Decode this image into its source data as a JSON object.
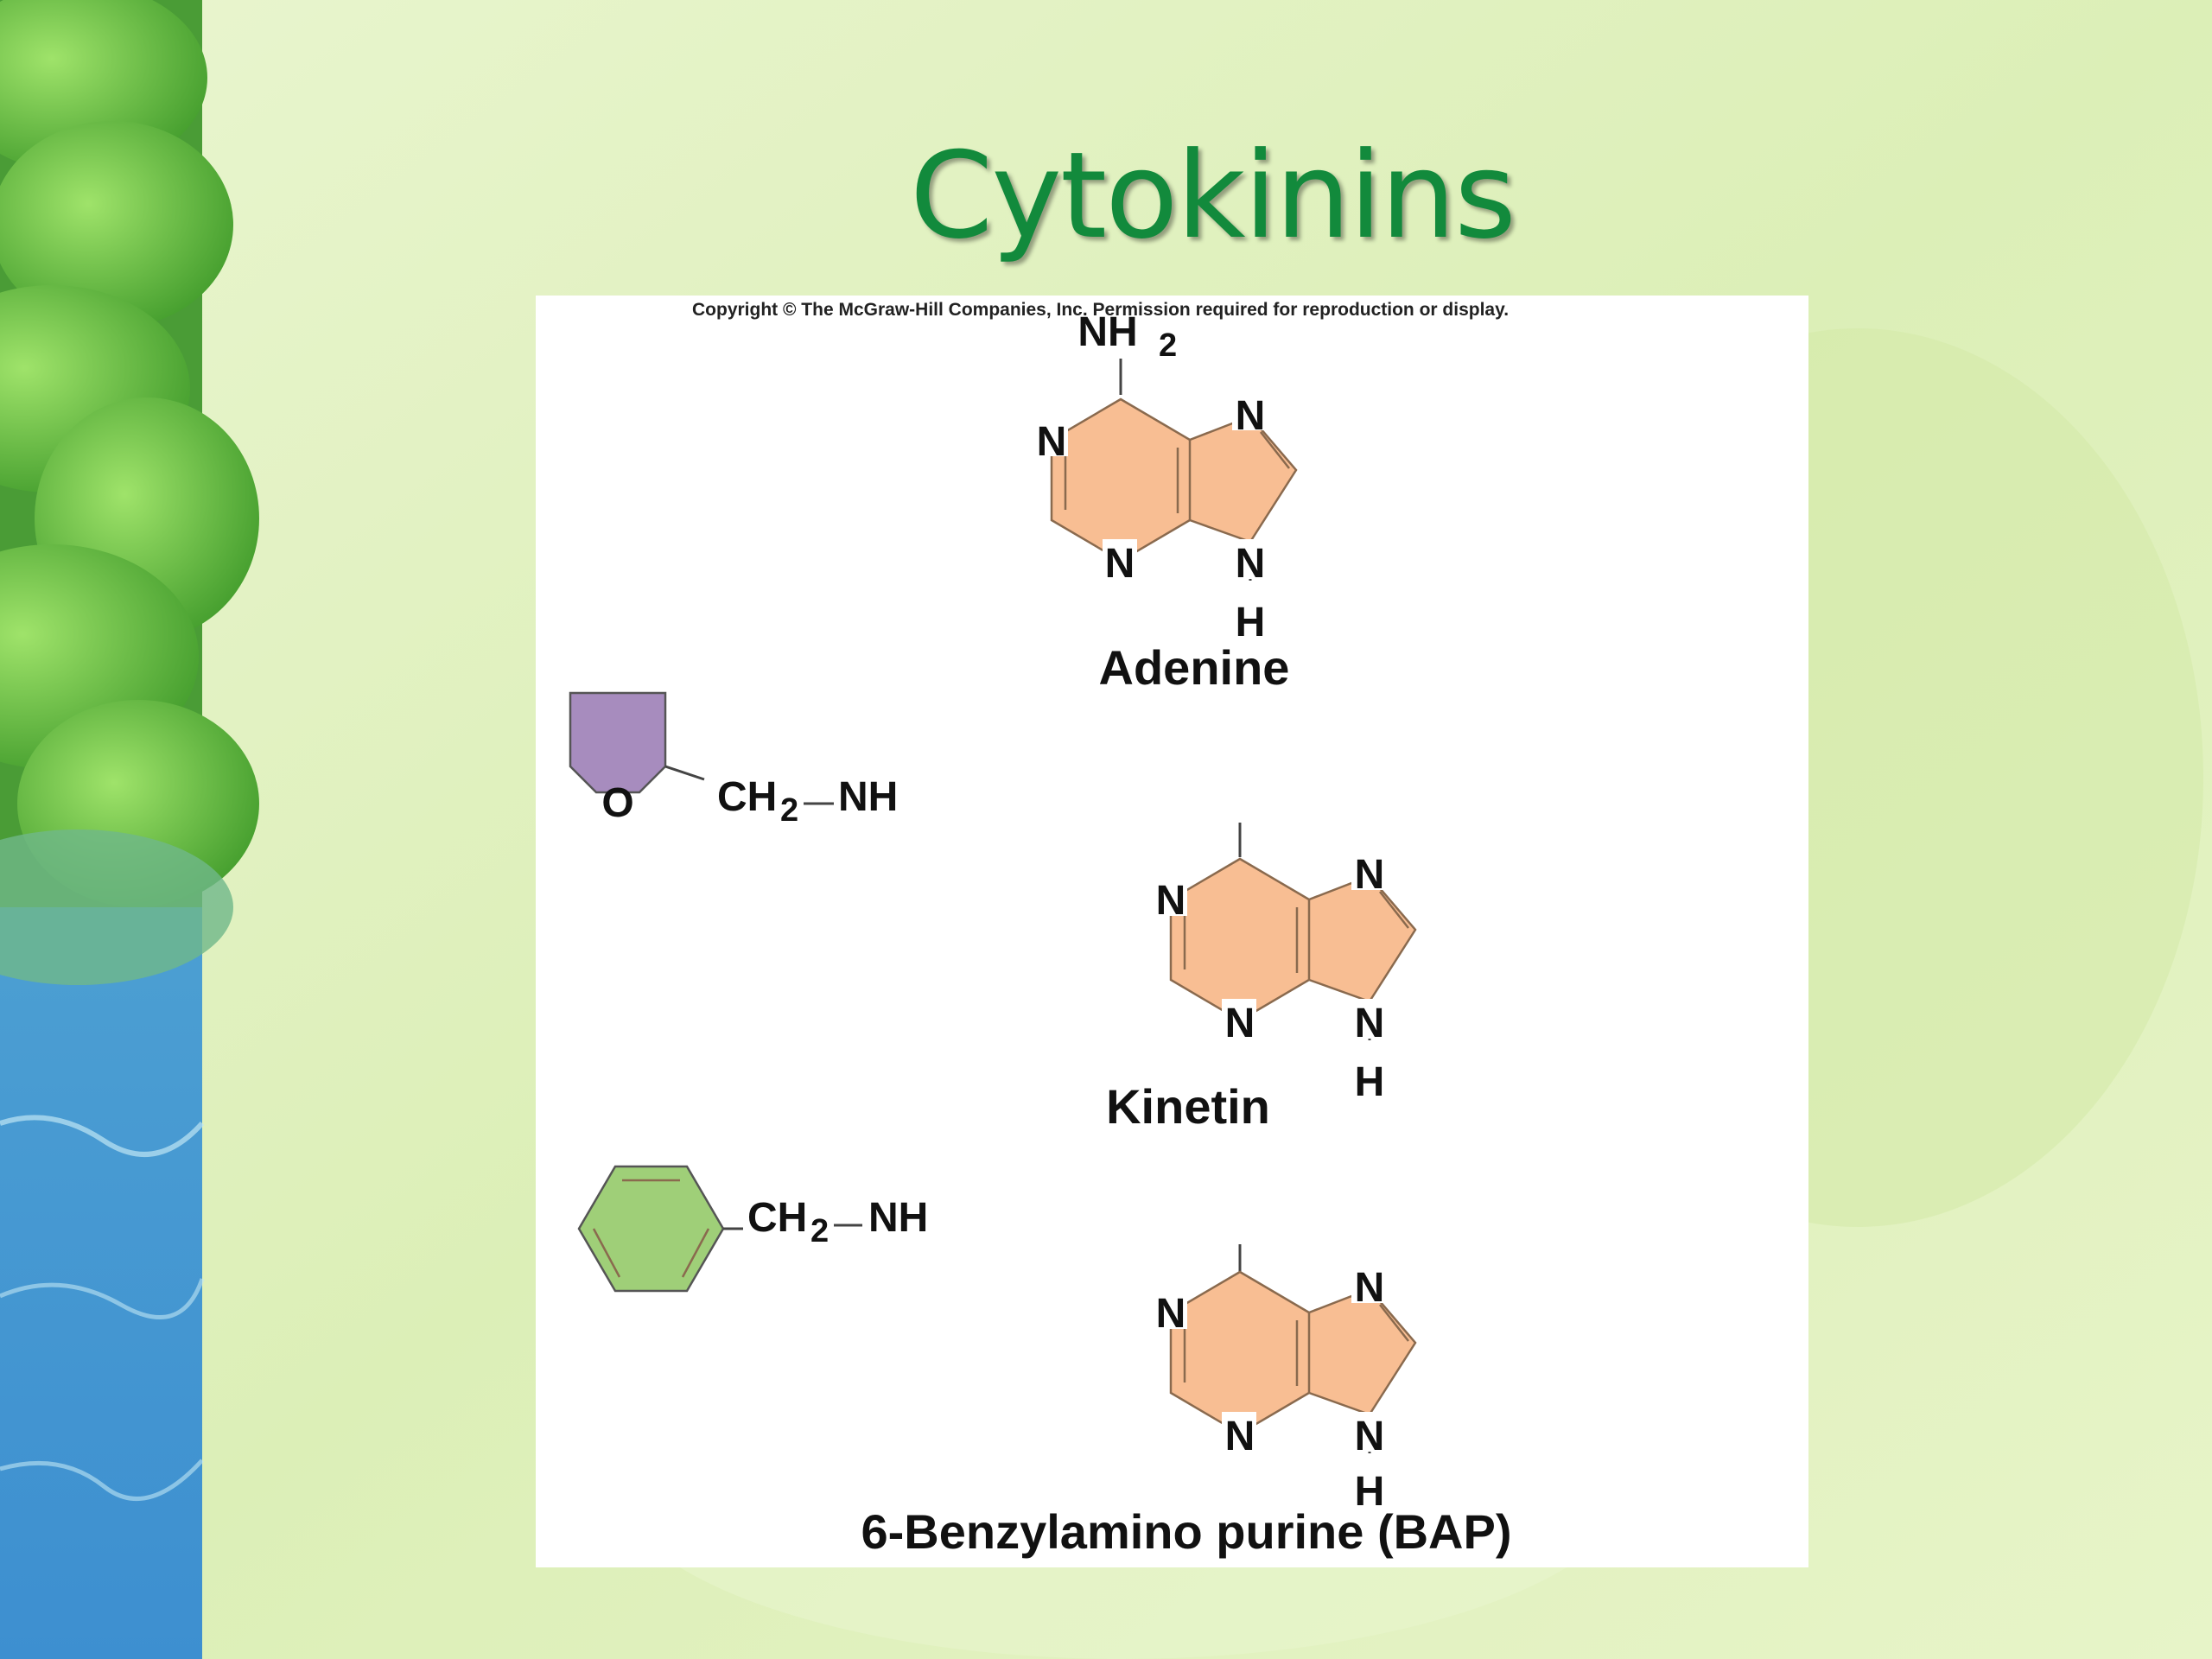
{
  "slide": {
    "title": "Cytokinins"
  },
  "figure": {
    "copyright": "Copyright © The McGraw-Hill Companies, Inc. Permission required for reproduction or display.",
    "colors": {
      "purine_ring": "#f8be93",
      "furan_ring": "#a78cbe",
      "benzene_ring": "#9fcf78",
      "title": "#128a3c"
    },
    "atoms": {
      "n": "N",
      "h": "H",
      "o": "O",
      "nh": "NH",
      "ch": "CH",
      "sub2": "2",
      "nh2": "NH"
    },
    "molecules": [
      {
        "name": "Adenine"
      },
      {
        "name": "Kinetin"
      },
      {
        "name": "6-Benzylamino purine (BAP)"
      }
    ]
  }
}
